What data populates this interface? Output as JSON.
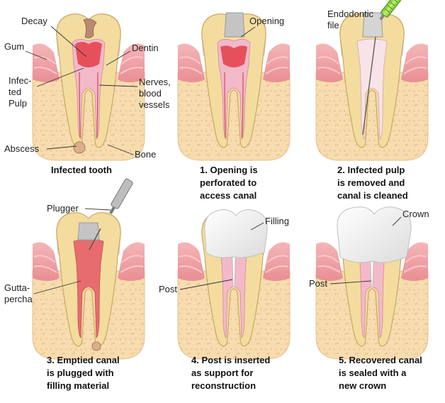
{
  "panels": [
    {
      "caption": [
        "Infected tooth"
      ],
      "labels": {
        "decay": "Decay",
        "gum": "Gum",
        "dentin": "Dentin",
        "infected_pulp": [
          "Infec-",
          "ted",
          "Pulp"
        ],
        "nerves": [
          "Nerves,",
          "blood",
          "vessels"
        ],
        "abscess": "Abscess",
        "bone": "Bone"
      }
    },
    {
      "caption": [
        "1. Opening is",
        "perforated to",
        "access canal"
      ],
      "labels": {
        "opening": "Opening"
      }
    },
    {
      "caption": [
        "2. Infected pulp",
        "is removed and",
        "canal is cleaned"
      ],
      "labels": {
        "endodontic_file": [
          "Endodontic",
          "file"
        ]
      }
    },
    {
      "caption": [
        "3. Emptied canal",
        "is plugged with",
        "filling material"
      ],
      "labels": {
        "plugger": "Plugger",
        "gutta_percha": [
          "Gutta-",
          "percha"
        ]
      }
    },
    {
      "caption": [
        "4. Post is inserted",
        "as support for",
        "reconstruction"
      ],
      "labels": {
        "filling": "Filling",
        "post": "Post"
      }
    },
    {
      "caption": [
        "5. Recovered canal",
        "is sealed with a",
        "new crown"
      ],
      "labels": {
        "crown": "Crown",
        "post": "Post"
      }
    }
  ],
  "colors": {
    "bone": "#f6dcae",
    "bone_dot": "#e2b27a",
    "gum": "#f0a6a8",
    "gum_stripe": "#e7888d",
    "enamel": "#ffffff",
    "dentin": "#f3dc9e",
    "pulp_healthy": "#f3b9c9",
    "pulp_infected": "#e6505a",
    "decay": "#b88a70",
    "filling_gray": "#c4c4c4",
    "gutta_percha": "#e76c70",
    "file_green": "#9bd94c"
  }
}
